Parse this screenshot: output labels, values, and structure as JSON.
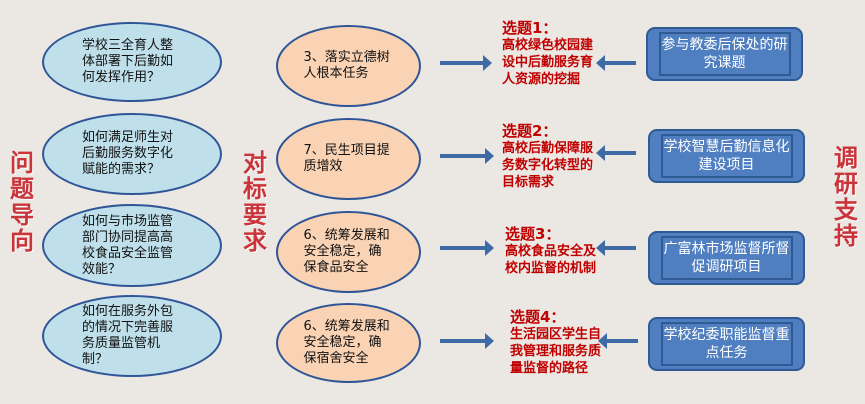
{
  "labels": {
    "left": "问题导向",
    "middle": "对标要求",
    "right": "调研支持"
  },
  "questions": [
    "学校三全育人整体部署下后勤如何发挥作用？",
    "如何满足师生对后勤服务数字化赋能的需求？",
    "如何与市场监管部门协同提高高校食品安全监管效能？",
    "如何在服务外包的情况下完善服务质量监管机制？"
  ],
  "requirements": [
    "3、落实立德树人根本任务",
    "7、民生项目提质增效",
    "6、统筹发展和安全稳定，确保食品安全",
    "6、统筹发展和安全稳定，确保宿舍安全"
  ],
  "topics": [
    {
      "title": "选题1：",
      "text": "高校绿色校园建设中后勤服务育人资源的挖掘"
    },
    {
      "title": "选题2：",
      "text": "高校后勤保障服务数字化转型的目标需求"
    },
    {
      "title": "选题3：",
      "text": "高校食品安全及校内监督的机制"
    },
    {
      "title": "选题4：",
      "text": "生活园区学生自我管理和服务质量监督的路径"
    }
  ],
  "supports": [
    "参与教委后保处的研究课题",
    "学校智慧后勤信息化建设项目",
    "广富林市场监督所督促调研项目",
    "学校纪委职能监督重点任务"
  ]
}
